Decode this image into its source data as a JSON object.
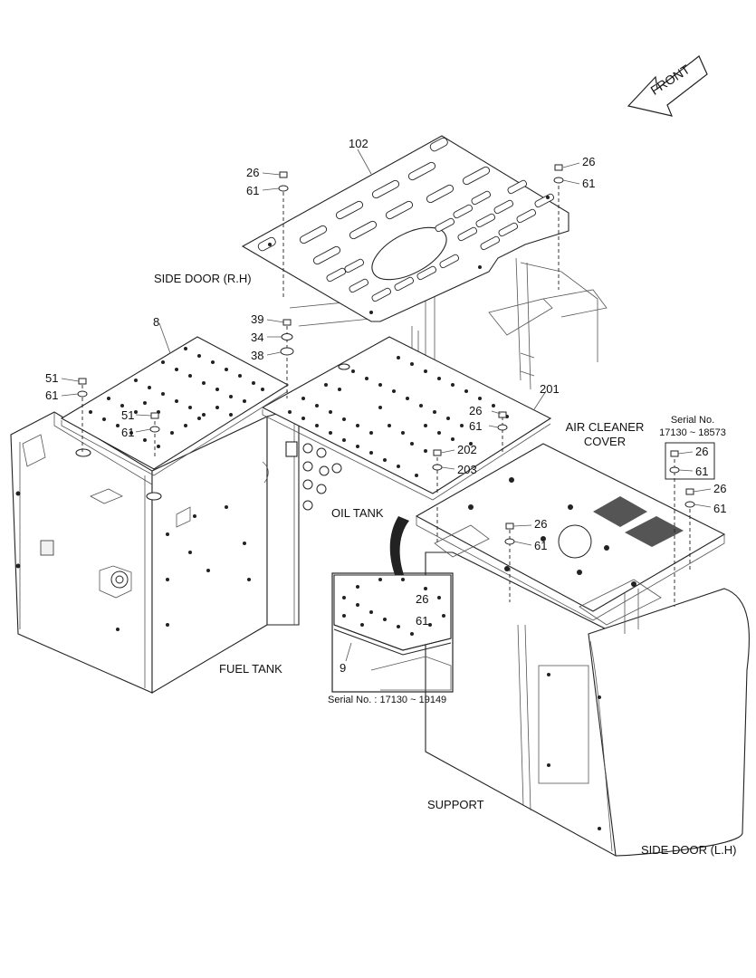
{
  "arrow": {
    "text": "FRONT"
  },
  "parts": {
    "p102": "102",
    "p8": "8",
    "p201": "201",
    "p9": "9",
    "p26": "26",
    "p61": "61",
    "p39": "39",
    "p34": "34",
    "p38": "38",
    "p51": "51",
    "p202": "202",
    "p203": "203"
  },
  "areas": {
    "side_door_rh": "SIDE DOOR (R.H)",
    "air_cleaner_cover_1": "AIR CLEANER",
    "air_cleaner_cover_2": "COVER",
    "oil_tank": "OIL TANK",
    "fuel_tank": "FUEL TANK",
    "support": "SUPPORT",
    "side_door_lh": "SIDE DOOR (L.H)"
  },
  "serials": {
    "box_title": "Serial No.",
    "box_range": "17130 ~ 18573",
    "inset_caption": "Serial No. : 17130 ~ 19149"
  }
}
